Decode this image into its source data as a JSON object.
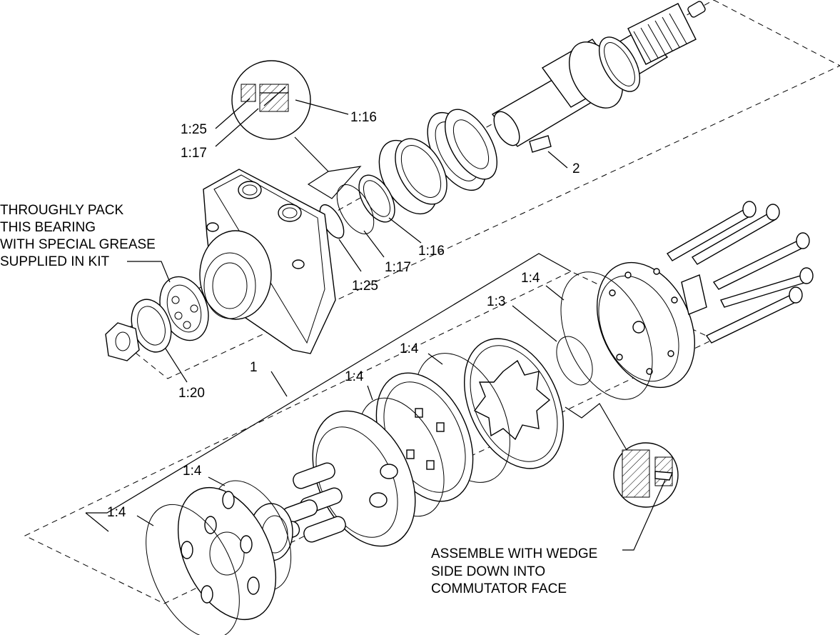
{
  "notes": {
    "grease": [
      "THROUGHLY PACK",
      "THIS BEARING",
      "WITH SPECIAL GREASE",
      "SUPPLIED IN KIT"
    ],
    "wedge": [
      "ASSEMBLE WITH WEDGE",
      "SIDE  DOWN INTO",
      "COMMUTATOR FACE"
    ]
  },
  "callouts": {
    "detail_1_25": "1:25",
    "detail_1_17": "1:17",
    "detail_1_16": "1:16",
    "key_2": "2",
    "seal_1_16": "1:16",
    "seal_1_17": "1:17",
    "seal_1_25": "1:25",
    "seal_1_20": "1:20",
    "kit_1": "1",
    "oring_top": "1:4",
    "oring_1_3": "1:3",
    "oring_mid": "1:4",
    "oring_low": "1:4",
    "oring_left_upper": "1:4",
    "oring_left_lower": "1:4"
  }
}
